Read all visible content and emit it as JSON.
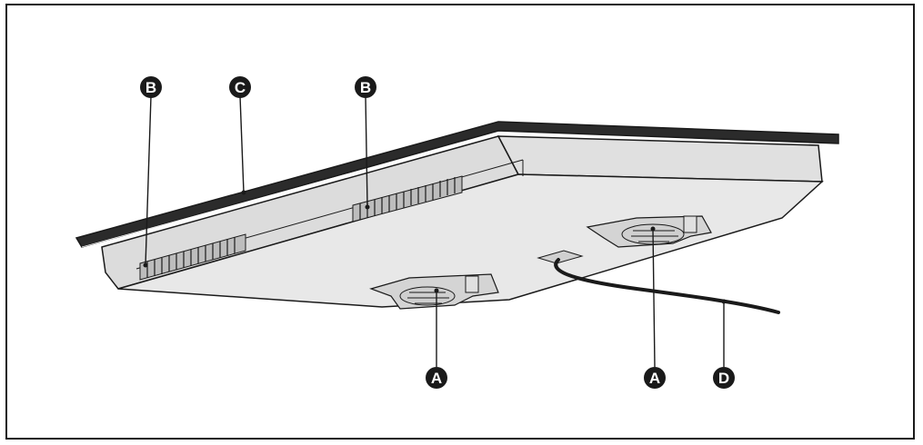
{
  "callouts": {
    "a_left": {
      "label": "A"
    },
    "a_right": {
      "label": "A"
    },
    "b_left": {
      "label": "B"
    },
    "b_right": {
      "label": "B"
    },
    "c": {
      "label": "C"
    },
    "d": {
      "label": "D"
    }
  },
  "colors": {
    "outline": "#1a1a1a",
    "body_fill": "#e6e6e6",
    "side_fill": "#d9d9d9",
    "front_fill": "#cfcfcf",
    "callout_fill": "#1a1a1a"
  }
}
